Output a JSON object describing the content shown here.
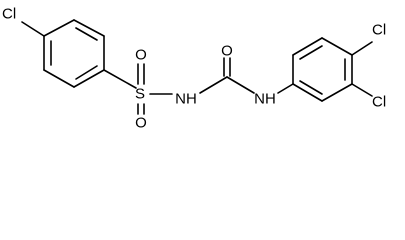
{
  "molecule": {
    "atom_labels": {
      "cl_left": "Cl",
      "s": "S",
      "o_top": "O",
      "o_bottom": "O",
      "nh_left": "NH",
      "o_carbonyl": "O",
      "nh_right": "NH",
      "cl_top": "Cl",
      "cl_bottom": "Cl"
    }
  }
}
